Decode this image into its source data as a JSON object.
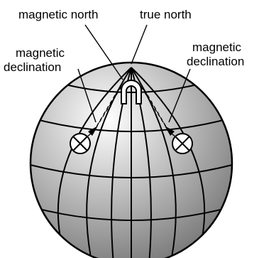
{
  "labels": {
    "magnetic_north": "magnetic north",
    "true_north": "true north",
    "left_declination_line1": "magnetic",
    "left_declination_line2": "declination",
    "right_declination_line1": "magnetic",
    "right_declination_line2": "declination"
  },
  "icons": {
    "globe": "globe-icon",
    "magnetic_pole": "horseshoe-magnet-icon",
    "compass": "compass-icon"
  },
  "colors": {
    "ink": "#000000",
    "globe_light": "#ffffff",
    "globe_dark": "#666666"
  }
}
